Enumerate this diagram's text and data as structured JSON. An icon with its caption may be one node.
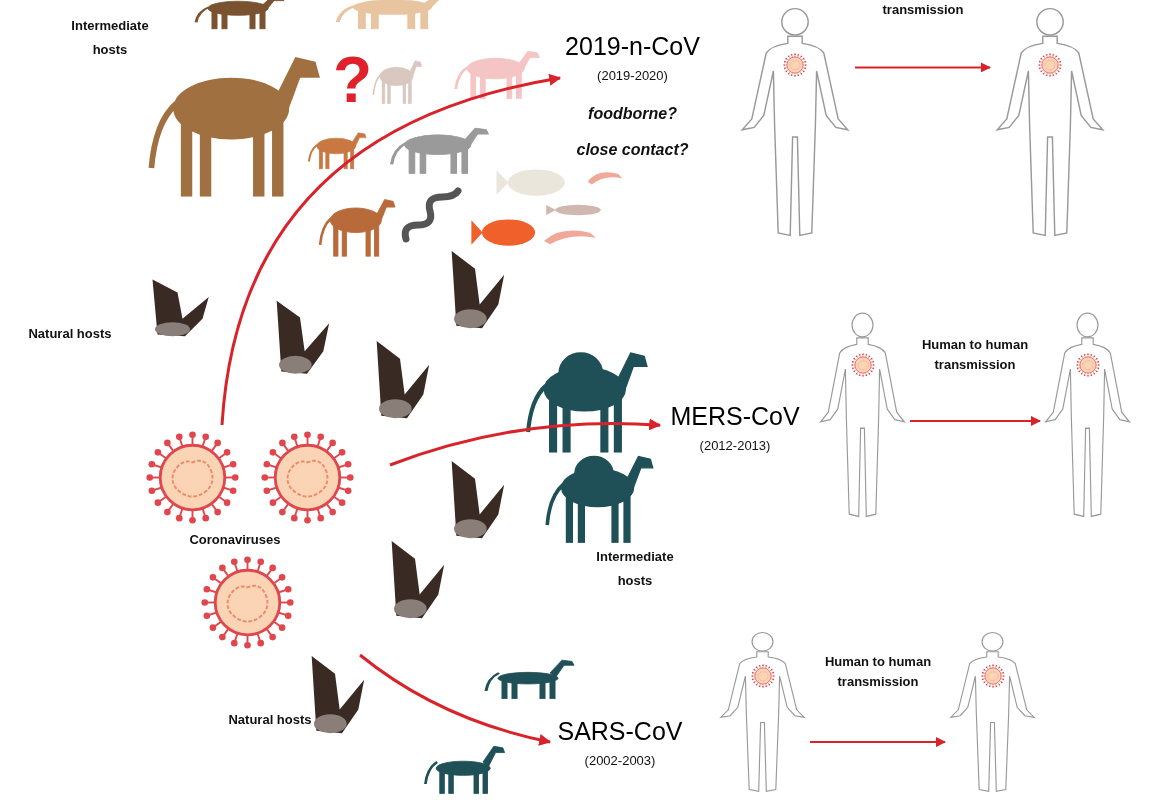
{
  "diagram": {
    "nodes": [
      {
        "text": [
          "Coronaviruses"
        ]
      },
      {
        "text": [
          "2019-n-CoV",
          "(2019-2020)"
        ],
        "beside": [
          "foodborne?",
          "close contact?"
        ]
      },
      {
        "text": [
          "MERS-CoV",
          "(2012-2013)"
        ]
      },
      {
        "text": [
          "SARS-CoV",
          "(2002-2003)"
        ]
      },
      {
        "text": [],
        "shape": "person"
      },
      {
        "text": [],
        "shape": "person"
      },
      {
        "text": [],
        "shape": "person"
      },
      {
        "text": [],
        "shape": "person"
      },
      {
        "text": [],
        "shape": "person"
      },
      {
        "text": [],
        "shape": "person"
      }
    ],
    "edges": [
      {
        "from": 0,
        "to": 1,
        "arrow": "to"
      },
      {
        "from": 0,
        "to": 2,
        "arrow": "to"
      },
      {
        "from": 0,
        "to": 3,
        "arrow": "to"
      },
      {
        "from": 4,
        "to": 5,
        "arrow": "to",
        "label": "transmission"
      },
      {
        "from": 6,
        "to": 7,
        "arrow": "to",
        "label": "Human to human transmission"
      },
      {
        "from": 8,
        "to": 9,
        "arrow": "to",
        "label": "Human to human transmission"
      }
    ],
    "labels": [
      "Intermediate hosts",
      "?",
      "Natural hosts",
      "Intermediate hosts",
      "Natural hosts"
    ]
  }
}
